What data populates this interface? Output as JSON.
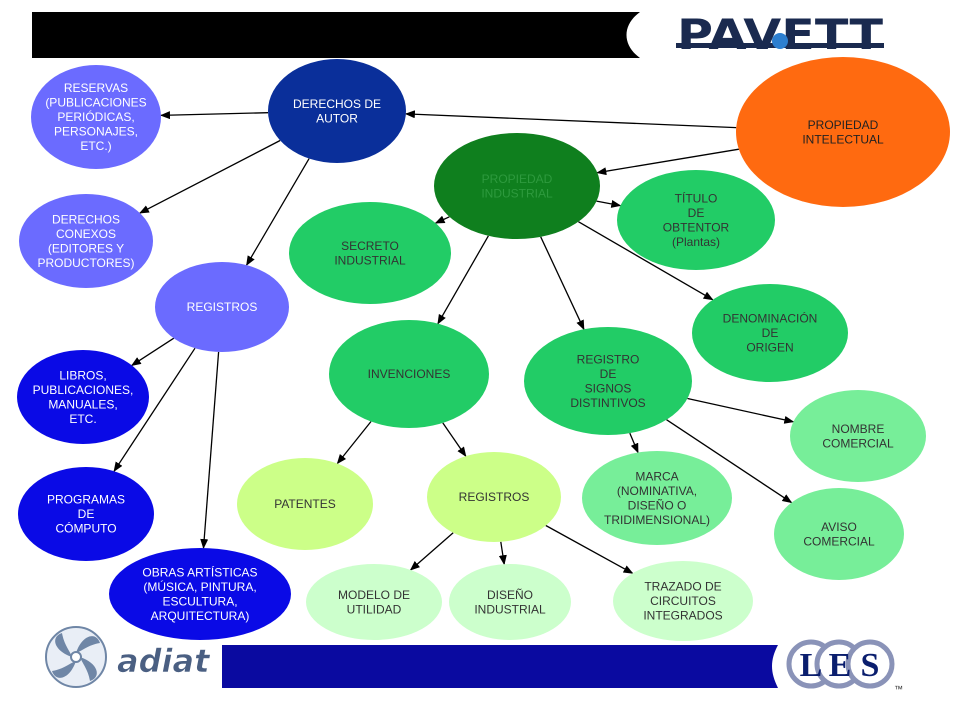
{
  "logos": {
    "pavett": "PAVETT",
    "adiat": "adiat",
    "les": [
      "L",
      "E",
      "S"
    ],
    "tm": "™"
  },
  "colors": {
    "header_bar": "#000000",
    "footer_bar": "#0a0aa0",
    "arrow": "#000000"
  },
  "nodes": {
    "propiedad_intelectual": {
      "lines": [
        "PROPIEDAD",
        "INTELECTUAL"
      ],
      "fill": "#ff6a10",
      "text": "#222222"
    },
    "derechos_autor": {
      "lines": [
        "DERECHOS DE",
        "AUTOR"
      ],
      "fill": "#0a2f9a",
      "text": "#ffffff"
    },
    "propiedad_industrial": {
      "lines": [
        "PROPIEDAD",
        "INDUSTRIAL"
      ],
      "fill": "#0f7f1e",
      "text": "#2e9a3e"
    },
    "reservas": {
      "lines": [
        "RESERVAS",
        "(PUBLICACIONES",
        "PERIÓDICAS,",
        "PERSONAJES,",
        "ETC.)"
      ],
      "fill": "#6b6bff",
      "text": "#ffffff"
    },
    "derechos_conexos": {
      "lines": [
        "DERECHOS",
        "CONEXOS",
        "(EDITORES Y",
        "PRODUCTORES)"
      ],
      "fill": "#6b6bff",
      "text": "#ffffff"
    },
    "registros_autor": {
      "lines": [
        "REGISTROS"
      ],
      "fill": "#6b6bff",
      "text": "#ffffff"
    },
    "libros": {
      "lines": [
        "LIBROS,",
        "PUBLICACIONES,",
        "MANUALES,",
        "ETC."
      ],
      "fill": "#0a0ae6",
      "text": "#ffffff"
    },
    "programas": {
      "lines": [
        "PROGRAMAS",
        "DE",
        "CÓMPUTO"
      ],
      "fill": "#0a0ae6",
      "text": "#ffffff"
    },
    "obras": {
      "lines": [
        "OBRAS ARTÍSTICAS",
        "(MÚSICA, PINTURA,",
        "ESCULTURA,",
        "ARQUITECTURA)"
      ],
      "fill": "#0a0ae6",
      "text": "#ffffff"
    },
    "secreto": {
      "lines": [
        "SECRETO",
        "INDUSTRIAL"
      ],
      "fill": "#22cc66",
      "text": "#333333"
    },
    "titulo": {
      "lines": [
        "TÍTULO",
        "DE",
        "OBTENTOR",
        "(Plantas)"
      ],
      "fill": "#22cc66",
      "text": "#333333"
    },
    "denominacion": {
      "lines": [
        "DENOMINACIÓN",
        "DE",
        "ORIGEN"
      ],
      "fill": "#22cc66",
      "text": "#333333"
    },
    "invenciones": {
      "lines": [
        "INVENCIONES"
      ],
      "fill": "#22cc66",
      "text": "#333333"
    },
    "registro_signos": {
      "lines": [
        "REGISTRO",
        "DE",
        "SIGNOS",
        "DISTINTIVOS"
      ],
      "fill": "#22cc66",
      "text": "#333333"
    },
    "nombre_comercial": {
      "lines": [
        "NOMBRE",
        "COMERCIAL"
      ],
      "fill": "#77ee99",
      "text": "#333333"
    },
    "marca": {
      "lines": [
        "MARCA",
        "(NOMINATIVA,",
        "DISEÑO O",
        "TRIDIMENSIONAL)"
      ],
      "fill": "#77ee99",
      "text": "#333333"
    },
    "aviso": {
      "lines": [
        "AVISO",
        "COMERCIAL"
      ],
      "fill": "#77ee99",
      "text": "#333333"
    },
    "patentes": {
      "lines": [
        "PATENTES"
      ],
      "fill": "#ccff88",
      "text": "#333333"
    },
    "registros_inv": {
      "lines": [
        "REGISTROS"
      ],
      "fill": "#ccff88",
      "text": "#333333"
    },
    "modelo": {
      "lines": [
        "MODELO DE",
        "UTILIDAD"
      ],
      "fill": "#ccffcc",
      "text": "#333333"
    },
    "diseno": {
      "lines": [
        "DISEÑO",
        "INDUSTRIAL"
      ],
      "fill": "#ccffcc",
      "text": "#333333"
    },
    "trazado": {
      "lines": [
        "TRAZADO DE",
        "CIRCUITOS",
        "INTEGRADOS"
      ],
      "fill": "#ccffcc",
      "text": "#333333"
    }
  },
  "edges": [
    [
      "propiedad_intelectual",
      "derechos_autor"
    ],
    [
      "propiedad_intelectual",
      "propiedad_industrial"
    ],
    [
      "derechos_autor",
      "reservas"
    ],
    [
      "derechos_autor",
      "derechos_conexos"
    ],
    [
      "derechos_autor",
      "registros_autor"
    ],
    [
      "registros_autor",
      "libros"
    ],
    [
      "registros_autor",
      "programas"
    ],
    [
      "registros_autor",
      "obras"
    ],
    [
      "propiedad_industrial",
      "secreto"
    ],
    [
      "propiedad_industrial",
      "titulo"
    ],
    [
      "propiedad_industrial",
      "denominacion"
    ],
    [
      "propiedad_industrial",
      "invenciones"
    ],
    [
      "propiedad_industrial",
      "registro_signos"
    ],
    [
      "registro_signos",
      "nombre_comercial"
    ],
    [
      "registro_signos",
      "marca"
    ],
    [
      "registro_signos",
      "aviso"
    ],
    [
      "invenciones",
      "patentes"
    ],
    [
      "invenciones",
      "registros_inv"
    ],
    [
      "registros_inv",
      "modelo"
    ],
    [
      "registros_inv",
      "diseno"
    ],
    [
      "registros_inv",
      "trazado"
    ]
  ]
}
